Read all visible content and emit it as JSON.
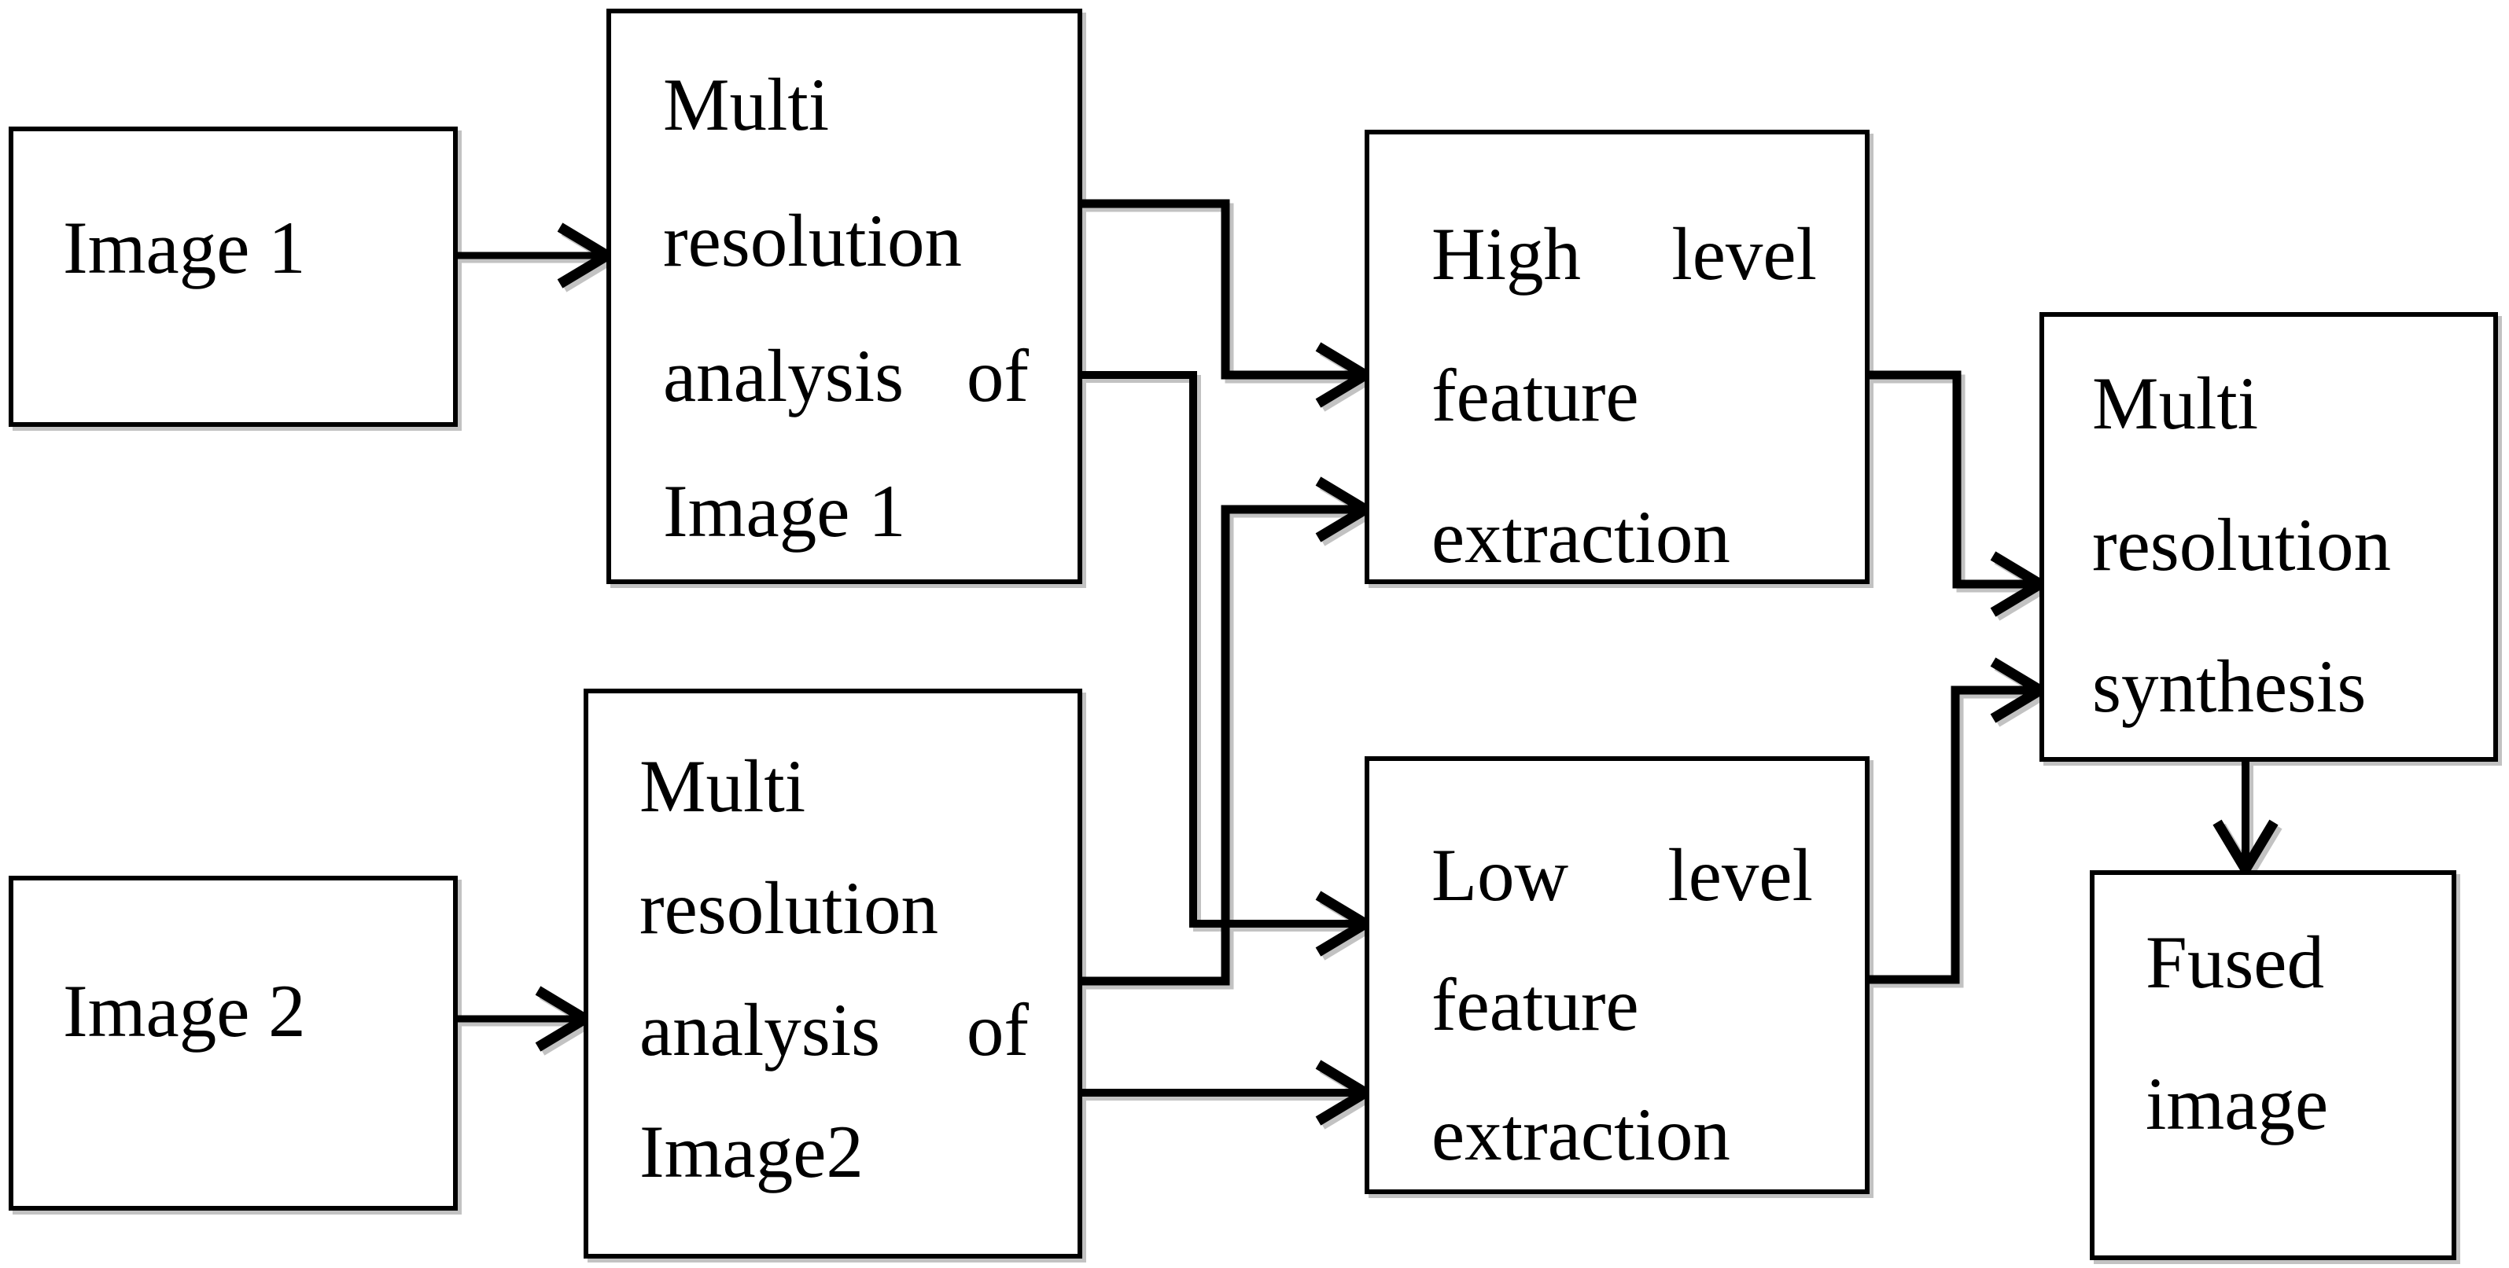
{
  "figure": {
    "type": "block-diagram",
    "background_color": "#ffffff",
    "ink_color": "#000000",
    "boxes": {
      "image1": {
        "label": "Image 1"
      },
      "image2": {
        "label": "Image 2"
      },
      "mra1": {
        "line1": "Multi",
        "line2": "resolution",
        "line3_left": "analysis",
        "line3_right": "of",
        "line4": "Image 1"
      },
      "mra2": {
        "line1": "Multi",
        "line2": "resolution",
        "line3_left": "analysis",
        "line3_right": "of",
        "line4": "Image2"
      },
      "high_fe": {
        "line1_left": "High",
        "line1_right": "level",
        "line2": "feature",
        "line3": "extraction"
      },
      "low_fe": {
        "line1_left": "Low",
        "line1_right": "level",
        "line2": "feature",
        "line3": "extraction"
      },
      "mrs": {
        "line1": "Multi",
        "line2": "resolution",
        "line3": "synthesis"
      },
      "fused": {
        "line1": "Fused",
        "line2": "image"
      }
    },
    "connections": [
      {
        "from": "image1",
        "to": "mra1"
      },
      {
        "from": "image2",
        "to": "mra2"
      },
      {
        "from": "mra1",
        "to": "high_fe"
      },
      {
        "from": "mra1",
        "to": "low_fe"
      },
      {
        "from": "mra2",
        "to": "high_fe"
      },
      {
        "from": "mra2",
        "to": "low_fe"
      },
      {
        "from": "high_fe",
        "to": "mrs"
      },
      {
        "from": "low_fe",
        "to": "mrs"
      },
      {
        "from": "mrs",
        "to": "fused"
      }
    ]
  }
}
